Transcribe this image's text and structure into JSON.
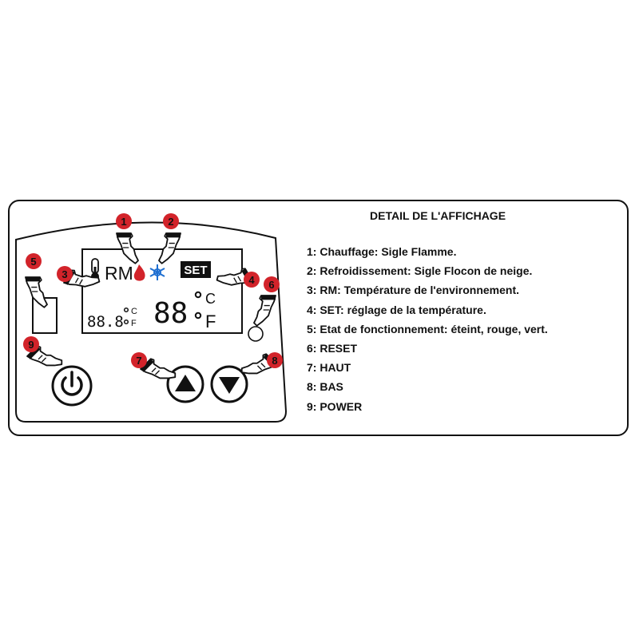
{
  "legend": {
    "title": "DETAIL DE L'AFFICHAGE",
    "items": [
      "1: Chauffage: Sigle Flamme.",
      "2: Refroidissement: Sigle Flocon de neige.",
      "3: RM: Température de l'environnement.",
      "4: SET: réglage de la température.",
      "5: Etat de fonctionnement: éteint, rouge, vert.",
      "6: RESET",
      "7: HAUT",
      "8: BAS",
      "9: POWER"
    ]
  },
  "display": {
    "rm_label": "RM",
    "set_label": "SET",
    "room_temp": "88.8",
    "set_temp": "88",
    "unit_c_small": "C",
    "unit_f_small": "F",
    "unit_c_large": "C",
    "unit_f_large": "F"
  },
  "markers": [
    "1",
    "2",
    "3",
    "4",
    "5",
    "6",
    "7",
    "8",
    "9"
  ],
  "colors": {
    "marker_red": "#d2232a",
    "flame_red": "#d2232a",
    "snowflake_blue": "#1f6fd1",
    "outline": "#111111"
  },
  "icons": [
    "thermometer-icon",
    "flame-icon",
    "snowflake-icon",
    "power-icon",
    "up-arrow-icon",
    "down-arrow-icon",
    "pointing-hand-icon"
  ]
}
